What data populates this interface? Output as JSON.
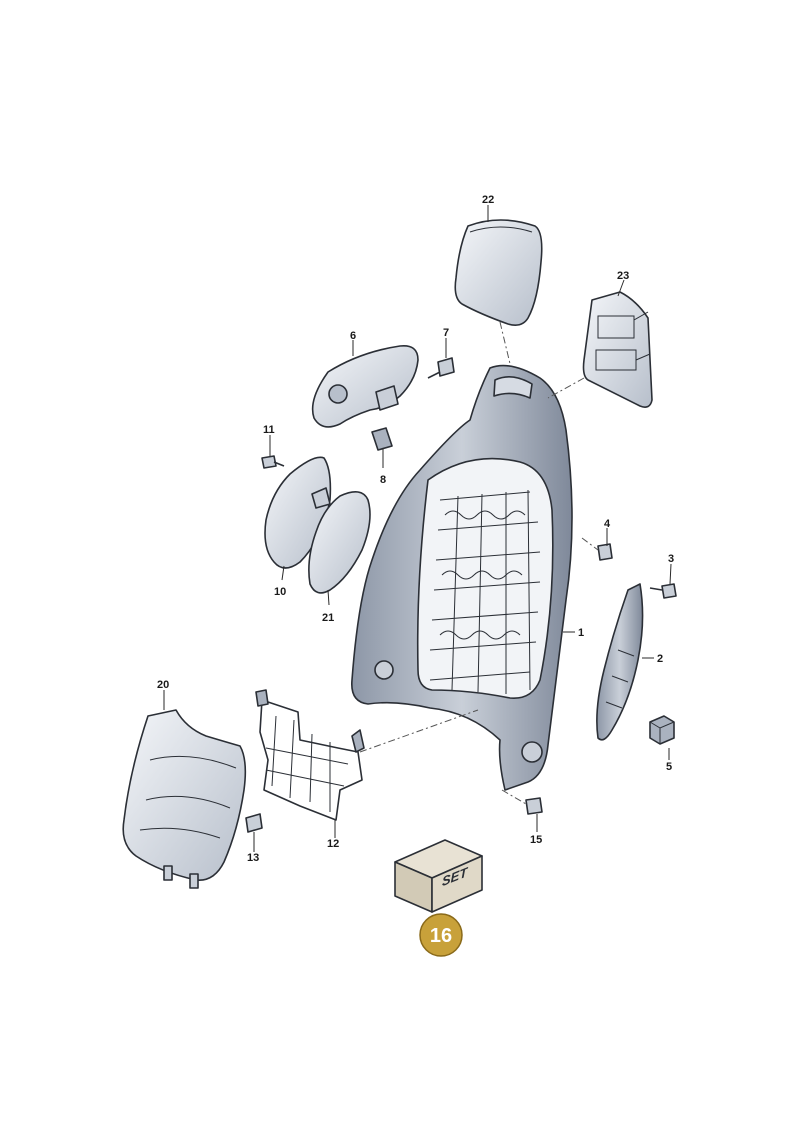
{
  "labels": {
    "p1": "1",
    "p2": "2",
    "p3": "3",
    "p4": "4",
    "p5": "5",
    "p6": "6",
    "p7": "7",
    "p8": "8",
    "p10": "10",
    "p11": "11",
    "p12": "12",
    "p13": "13",
    "p15": "15",
    "p20": "20",
    "p21": "21",
    "p22": "22",
    "p23": "23"
  },
  "set_box": {
    "text": "SET",
    "badge": "16"
  },
  "colors": {
    "badge": "#c8a13a",
    "badge_border": "#8a6a1a",
    "box": "#dcd6c8",
    "part_fill": "#e4e8ef",
    "part_dark": "#9aa3b2"
  }
}
